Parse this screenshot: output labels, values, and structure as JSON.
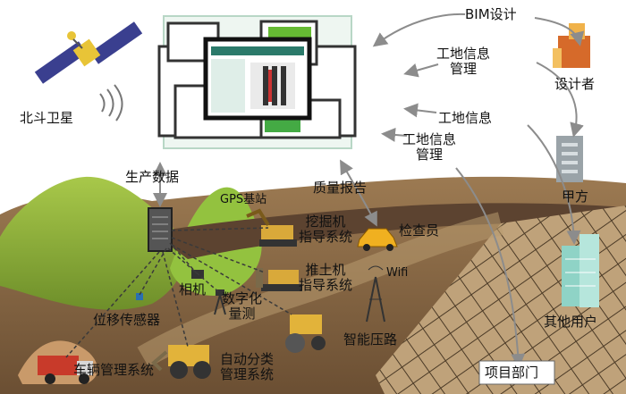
{
  "labels": {
    "beidou_satellite": "北斗卫星",
    "bim_design": "BIM设计",
    "site_info_management_1": "工地信息\n管理",
    "designer": "设计者",
    "site_info": "工地信息",
    "site_info_management_2": "工地信息\n管理",
    "owner": "甲方",
    "production_data": "生产数据",
    "gps_base_station": "GPS基站",
    "quality_report": "质量报告",
    "excavator_guidance": "挖掘机\n指导系统",
    "inspector": "检查员",
    "bulldozer_guidance": "推土机\n指导系统",
    "camera": "相机",
    "wifi": "Wifi",
    "digital_survey": "数字化\n量测",
    "displacement_sensor": "位移传感器",
    "smart_compaction": "智能压路",
    "other_users": "其他用户",
    "vehicle_management": "车辆管理系统",
    "auto_classification": "自动分类\n管理系统",
    "project_department": "项目部门"
  },
  "colors": {
    "hill_green": "#8fb53a",
    "soil_brown": "#8a6a45",
    "dark_soil": "#6b4f33",
    "slope_tan": "#c9ad84",
    "sky_white": "#ffffff",
    "machine_yellow": "#e2b33a",
    "building_gray": "#9aa3a8",
    "building_green": "#8fd3c6",
    "arrow_gray": "#8c8c8c",
    "monitor_frame": "#1f1f1f"
  }
}
